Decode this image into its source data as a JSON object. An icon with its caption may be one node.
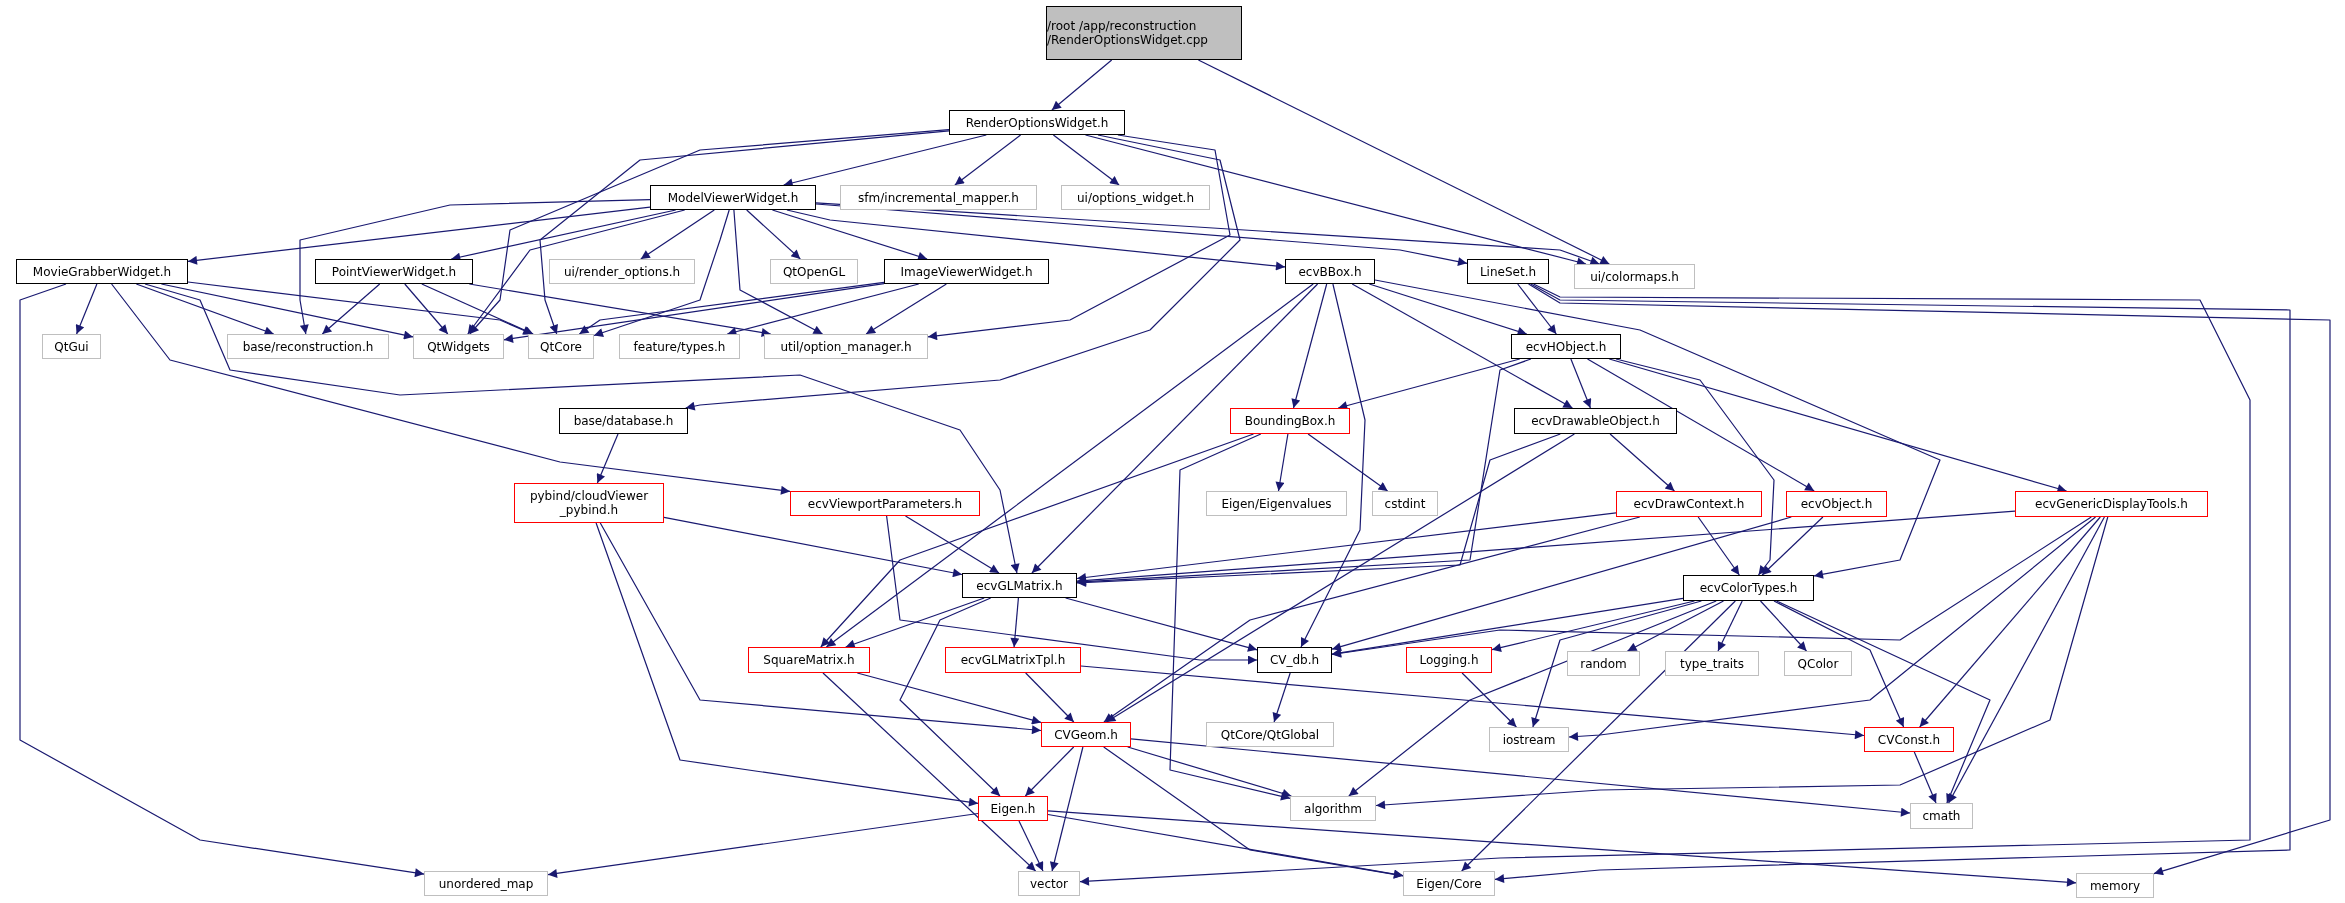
{
  "diagram": {
    "nodes": [
      {
        "text": [
          "/root /app/reconstruction /RenderOptionsWidget.cpp"
        ]
      },
      {
        "text": [
          "RenderOptionsWidget.h"
        ]
      },
      {
        "text": [
          "ModelViewerWidget.h"
        ]
      },
      {
        "text": [
          "sfm/incremental_mapper.h"
        ]
      },
      {
        "text": [
          "ui/options_widget.h"
        ]
      },
      {
        "text": [
          "MovieGrabberWidget.h"
        ]
      },
      {
        "text": [
          "PointViewerWidget.h"
        ]
      },
      {
        "text": [
          "ui/render_options.h"
        ]
      },
      {
        "text": [
          "QtOpenGL"
        ]
      },
      {
        "text": [
          "ImageViewerWidget.h"
        ]
      },
      {
        "text": [
          "ecvBBox.h"
        ]
      },
      {
        "text": [
          "LineSet.h"
        ]
      },
      {
        "text": [
          "ui/colormaps.h"
        ]
      },
      {
        "text": [
          "QtGui"
        ]
      },
      {
        "text": [
          "base/reconstruction.h"
        ]
      },
      {
        "text": [
          "QtWidgets"
        ]
      },
      {
        "text": [
          "QtCore"
        ]
      },
      {
        "text": [
          "feature/types.h"
        ]
      },
      {
        "text": [
          "util/option_manager.h"
        ]
      },
      {
        "text": [
          "ecvHObject.h"
        ]
      },
      {
        "text": [
          "base/database.h"
        ]
      },
      {
        "text": [
          "BoundingBox.h"
        ]
      },
      {
        "text": [
          "ecvDrawableObject.h"
        ]
      },
      {
        "text": [
          "pybind/cloudViewer _pybind.h"
        ]
      },
      {
        "text": [
          "ecvViewportParameters.h"
        ]
      },
      {
        "text": [
          "Eigen/Eigenvalues"
        ]
      },
      {
        "text": [
          "cstdint"
        ]
      },
      {
        "text": [
          "ecvDrawContext.h"
        ]
      },
      {
        "text": [
          "ecvObject.h"
        ]
      },
      {
        "text": [
          "ecvGenericDisplayTools.h"
        ]
      },
      {
        "text": [
          "ecvGLMatrix.h"
        ]
      },
      {
        "text": [
          "ecvColorTypes.h"
        ]
      },
      {
        "text": [
          "SquareMatrix.h"
        ]
      },
      {
        "text": [
          "ecvGLMatrixTpl.h"
        ]
      },
      {
        "text": [
          "CV_db.h"
        ]
      },
      {
        "text": [
          "Logging.h"
        ]
      },
      {
        "text": [
          "random"
        ]
      },
      {
        "text": [
          "type_traits"
        ]
      },
      {
        "text": [
          "QColor"
        ]
      },
      {
        "text": [
          "CVGeom.h"
        ]
      },
      {
        "text": [
          "QtCore/QtGlobal"
        ]
      },
      {
        "text": [
          "iostream"
        ]
      },
      {
        "text": [
          "CVConst.h"
        ]
      },
      {
        "text": [
          "Eigen.h"
        ]
      },
      {
        "text": [
          "algorithm"
        ]
      },
      {
        "text": [
          "cmath"
        ]
      },
      {
        "text": [
          "unordered_map"
        ]
      },
      {
        "text": [
          "vector"
        ]
      },
      {
        "text": [
          "Eigen/Core"
        ]
      },
      {
        "text": [
          "memory"
        ]
      }
    ],
    "edges": [
      {
        "from": 0,
        "to": 1,
        "arrow": "to"
      },
      {
        "from": 0,
        "to": 12,
        "arrow": "to"
      },
      {
        "from": 1,
        "to": 2,
        "arrow": "to"
      },
      {
        "from": 1,
        "to": 3,
        "arrow": "to"
      },
      {
        "from": 1,
        "to": 4,
        "arrow": "to"
      },
      {
        "from": 1,
        "to": 12,
        "arrow": "to"
      },
      {
        "from": 1,
        "to": 15,
        "arrow": "to"
      },
      {
        "from": 1,
        "to": 16,
        "arrow": "to"
      },
      {
        "from": 1,
        "to": 18,
        "arrow": "to"
      },
      {
        "from": 1,
        "to": 20,
        "arrow": "to"
      },
      {
        "from": 2,
        "to": 5,
        "arrow": "to"
      },
      {
        "from": 2,
        "to": 6,
        "arrow": "to"
      },
      {
        "from": 2,
        "to": 7,
        "arrow": "to"
      },
      {
        "from": 2,
        "to": 8,
        "arrow": "to"
      },
      {
        "from": 2,
        "to": 9,
        "arrow": "to"
      },
      {
        "from": 2,
        "to": 10,
        "arrow": "to"
      },
      {
        "from": 2,
        "to": 11,
        "arrow": "to"
      },
      {
        "from": 2,
        "to": 12,
        "arrow": "to"
      },
      {
        "from": 2,
        "to": 14,
        "arrow": "to"
      },
      {
        "from": 2,
        "to": 15,
        "arrow": "to"
      },
      {
        "from": 2,
        "to": 16,
        "arrow": "to"
      },
      {
        "from": 2,
        "to": 18,
        "arrow": "to"
      },
      {
        "from": 5,
        "to": 13,
        "arrow": "to"
      },
      {
        "from": 5,
        "to": 14,
        "arrow": "to"
      },
      {
        "from": 5,
        "to": 15,
        "arrow": "to"
      },
      {
        "from": 5,
        "to": 16,
        "arrow": "to"
      },
      {
        "from": 5,
        "to": 46,
        "arrow": "to"
      },
      {
        "from": 5,
        "to": 30,
        "arrow": "to"
      },
      {
        "from": 5,
        "to": 24,
        "arrow": "to"
      },
      {
        "from": 6,
        "to": 14,
        "arrow": "to"
      },
      {
        "from": 6,
        "to": 15,
        "arrow": "to"
      },
      {
        "from": 6,
        "to": 16,
        "arrow": "to"
      },
      {
        "from": 6,
        "to": 18,
        "arrow": "to"
      },
      {
        "from": 9,
        "to": 15,
        "arrow": "to"
      },
      {
        "from": 9,
        "to": 16,
        "arrow": "to"
      },
      {
        "from": 9,
        "to": 17,
        "arrow": "to"
      },
      {
        "from": 9,
        "to": 18,
        "arrow": "to"
      },
      {
        "from": 10,
        "to": 19,
        "arrow": "to"
      },
      {
        "from": 10,
        "to": 21,
        "arrow": "to"
      },
      {
        "from": 10,
        "to": 22,
        "arrow": "to"
      },
      {
        "from": 10,
        "to": 30,
        "arrow": "to"
      },
      {
        "from": 10,
        "to": 32,
        "arrow": "to"
      },
      {
        "from": 10,
        "to": 34,
        "arrow": "to"
      },
      {
        "from": 10,
        "to": 31,
        "arrow": "to"
      },
      {
        "from": 11,
        "to": 19,
        "arrow": "to"
      },
      {
        "from": 11,
        "to": 47,
        "arrow": "to"
      },
      {
        "from": 11,
        "to": 48,
        "arrow": "to"
      },
      {
        "from": 11,
        "to": 49,
        "arrow": "to"
      },
      {
        "from": 19,
        "to": 21,
        "arrow": "to"
      },
      {
        "from": 19,
        "to": 22,
        "arrow": "to"
      },
      {
        "from": 19,
        "to": 30,
        "arrow": "to"
      },
      {
        "from": 19,
        "to": 28,
        "arrow": "to"
      },
      {
        "from": 19,
        "to": 31,
        "arrow": "to"
      },
      {
        "from": 19,
        "to": 29,
        "arrow": "to"
      },
      {
        "from": 20,
        "to": 23,
        "arrow": "to"
      },
      {
        "from": 21,
        "to": 25,
        "arrow": "to"
      },
      {
        "from": 21,
        "to": 26,
        "arrow": "to"
      },
      {
        "from": 21,
        "to": 32,
        "arrow": "to"
      },
      {
        "from": 21,
        "to": 44,
        "arrow": "to"
      },
      {
        "from": 22,
        "to": 27,
        "arrow": "to"
      },
      {
        "from": 22,
        "to": 30,
        "arrow": "to"
      },
      {
        "from": 22,
        "to": 39,
        "arrow": "to"
      },
      {
        "from": 23,
        "to": 30,
        "arrow": "to"
      },
      {
        "from": 23,
        "to": 39,
        "arrow": "to"
      },
      {
        "from": 23,
        "to": 43,
        "arrow": "to"
      },
      {
        "from": 24,
        "to": 30,
        "arrow": "to"
      },
      {
        "from": 24,
        "to": 34,
        "arrow": "to"
      },
      {
        "from": 27,
        "to": 30,
        "arrow": "to"
      },
      {
        "from": 27,
        "to": 39,
        "arrow": "to"
      },
      {
        "from": 27,
        "to": 31,
        "arrow": "to"
      },
      {
        "from": 28,
        "to": 34,
        "arrow": "to"
      },
      {
        "from": 28,
        "to": 31,
        "arrow": "to"
      },
      {
        "from": 29,
        "to": 30,
        "arrow": "to"
      },
      {
        "from": 29,
        "to": 34,
        "arrow": "to"
      },
      {
        "from": 29,
        "to": 41,
        "arrow": "to"
      },
      {
        "from": 29,
        "to": 42,
        "arrow": "to"
      },
      {
        "from": 29,
        "to": 44,
        "arrow": "to"
      },
      {
        "from": 29,
        "to": 45,
        "arrow": "to"
      },
      {
        "from": 30,
        "to": 32,
        "arrow": "to"
      },
      {
        "from": 30,
        "to": 33,
        "arrow": "to"
      },
      {
        "from": 30,
        "to": 34,
        "arrow": "to"
      },
      {
        "from": 30,
        "to": 43,
        "arrow": "to"
      },
      {
        "from": 31,
        "to": 34,
        "arrow": "to"
      },
      {
        "from": 31,
        "to": 35,
        "arrow": "to"
      },
      {
        "from": 31,
        "to": 36,
        "arrow": "to"
      },
      {
        "from": 31,
        "to": 37,
        "arrow": "to"
      },
      {
        "from": 31,
        "to": 38,
        "arrow": "to"
      },
      {
        "from": 31,
        "to": 41,
        "arrow": "to"
      },
      {
        "from": 31,
        "to": 42,
        "arrow": "to"
      },
      {
        "from": 31,
        "to": 45,
        "arrow": "to"
      },
      {
        "from": 31,
        "to": 48,
        "arrow": "to"
      },
      {
        "from": 31,
        "to": 44,
        "arrow": "to"
      },
      {
        "from": 32,
        "to": 39,
        "arrow": "to"
      },
      {
        "from": 32,
        "to": 47,
        "arrow": "to"
      },
      {
        "from": 33,
        "to": 39,
        "arrow": "to"
      },
      {
        "from": 33,
        "to": 42,
        "arrow": "to"
      },
      {
        "from": 34,
        "to": 40,
        "arrow": "to"
      },
      {
        "from": 35,
        "to": 41,
        "arrow": "to"
      },
      {
        "from": 39,
        "to": 43,
        "arrow": "to"
      },
      {
        "from": 39,
        "to": 47,
        "arrow": "to"
      },
      {
        "from": 39,
        "to": 48,
        "arrow": "to"
      },
      {
        "from": 39,
        "to": 44,
        "arrow": "to"
      },
      {
        "from": 39,
        "to": 45,
        "arrow": "to"
      },
      {
        "from": 42,
        "to": 45,
        "arrow": "to"
      },
      {
        "from": 43,
        "to": 46,
        "arrow": "to"
      },
      {
        "from": 43,
        "to": 47,
        "arrow": "to"
      },
      {
        "from": 43,
        "to": 48,
        "arrow": "to"
      },
      {
        "from": 43,
        "to": 49,
        "arrow": "to"
      }
    ]
  }
}
